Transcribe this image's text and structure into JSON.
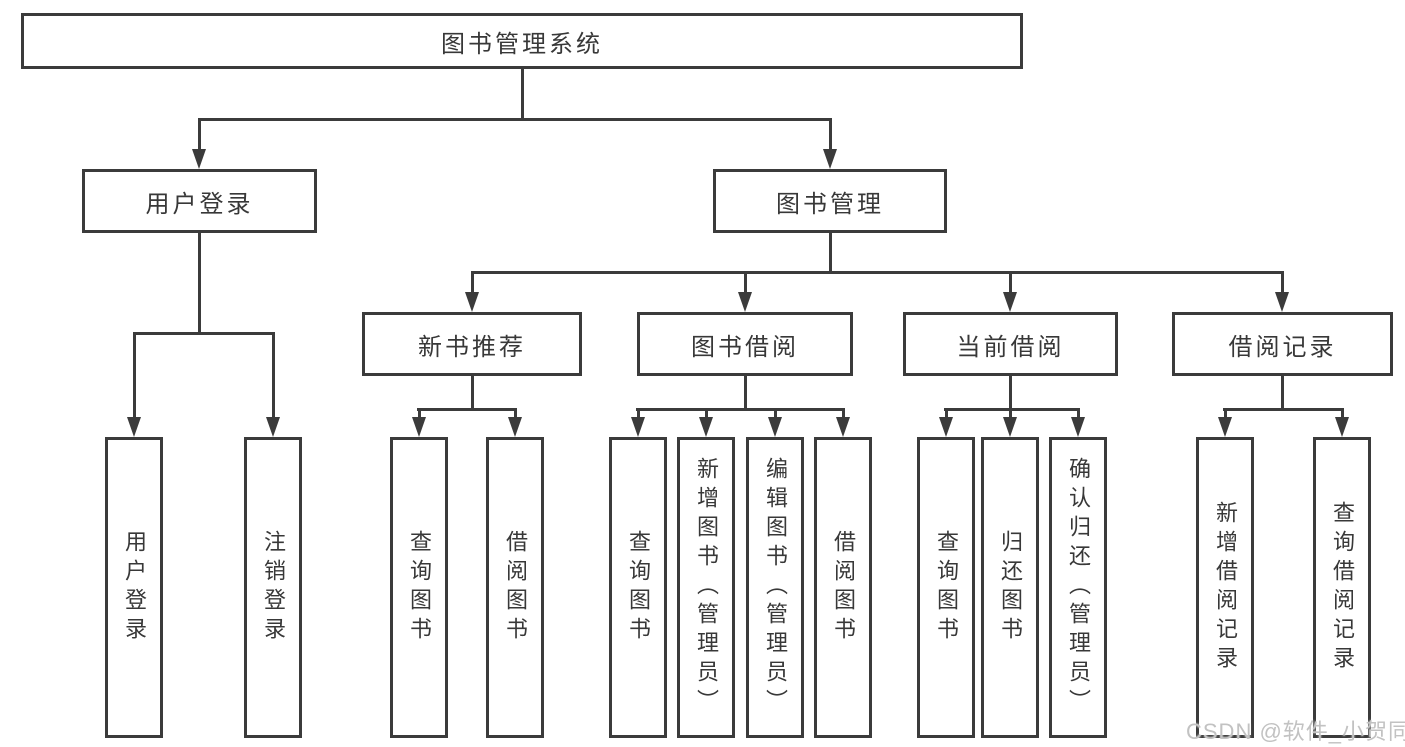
{
  "diagram": {
    "root": {
      "label": "图书管理系统"
    },
    "level2": [
      {
        "label": "用户登录"
      },
      {
        "label": "图书管理"
      }
    ],
    "level3": [
      {
        "label": "新书推荐"
      },
      {
        "label": "图书借阅"
      },
      {
        "label": "当前借阅"
      },
      {
        "label": "借阅记录"
      }
    ],
    "leaves": [
      {
        "label": "用户登录"
      },
      {
        "label": "注销登录"
      },
      {
        "label": "查询图书"
      },
      {
        "label": "借阅图书"
      },
      {
        "label": "查询图书"
      },
      {
        "label": "新增图书（管理员）"
      },
      {
        "label": "编辑图书（管理员）"
      },
      {
        "label": "借阅图书"
      },
      {
        "label": "查询图书"
      },
      {
        "label": "归还图书"
      },
      {
        "label": "确认归还（管理员）"
      },
      {
        "label": "新增借阅记录"
      },
      {
        "label": "查询借阅记录"
      }
    ],
    "colors": {
      "line": "#3b3b3b",
      "text": "#383838",
      "box_background": "#ffffff",
      "watermark": "#c2c2c2"
    }
  },
  "watermark": {
    "text": "CSDN @软件_小贺同学"
  }
}
